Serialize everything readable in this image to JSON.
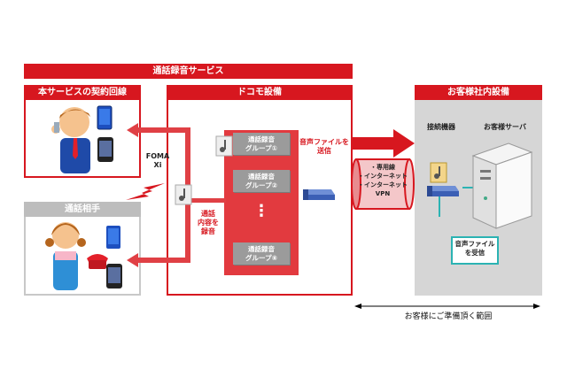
{
  "service": {
    "title": "通話録音サービス"
  },
  "contract_line": {
    "title": "本サービスの契約回線"
  },
  "docomo": {
    "title": "ドコモ設備",
    "groups": [
      "通話録音\nグループ①",
      "通話録音\nグループ②",
      "通話録音\nグループ⑧"
    ],
    "ellipsis": "⋮",
    "record_label": "通話\n内容を\n録音",
    "send_label": "音声ファイルを\n送信"
  },
  "network": {
    "label": "FOMA\nXi"
  },
  "other_party": {
    "title": "通話相手"
  },
  "connection": {
    "label": "・専用線\n・インターネット\n・インターネット\nVPN"
  },
  "customer": {
    "title": "お客様社内設備",
    "device_label": "接続機器",
    "server_label": "お客様サーバ",
    "receive_label": "音声ファイル\nを受信"
  },
  "range": {
    "label": "お客様にご準備頂く範囲"
  },
  "colors": {
    "accent": "#d7171f",
    "grey": "#bdbdbd",
    "teal": "#2bb3b3"
  }
}
